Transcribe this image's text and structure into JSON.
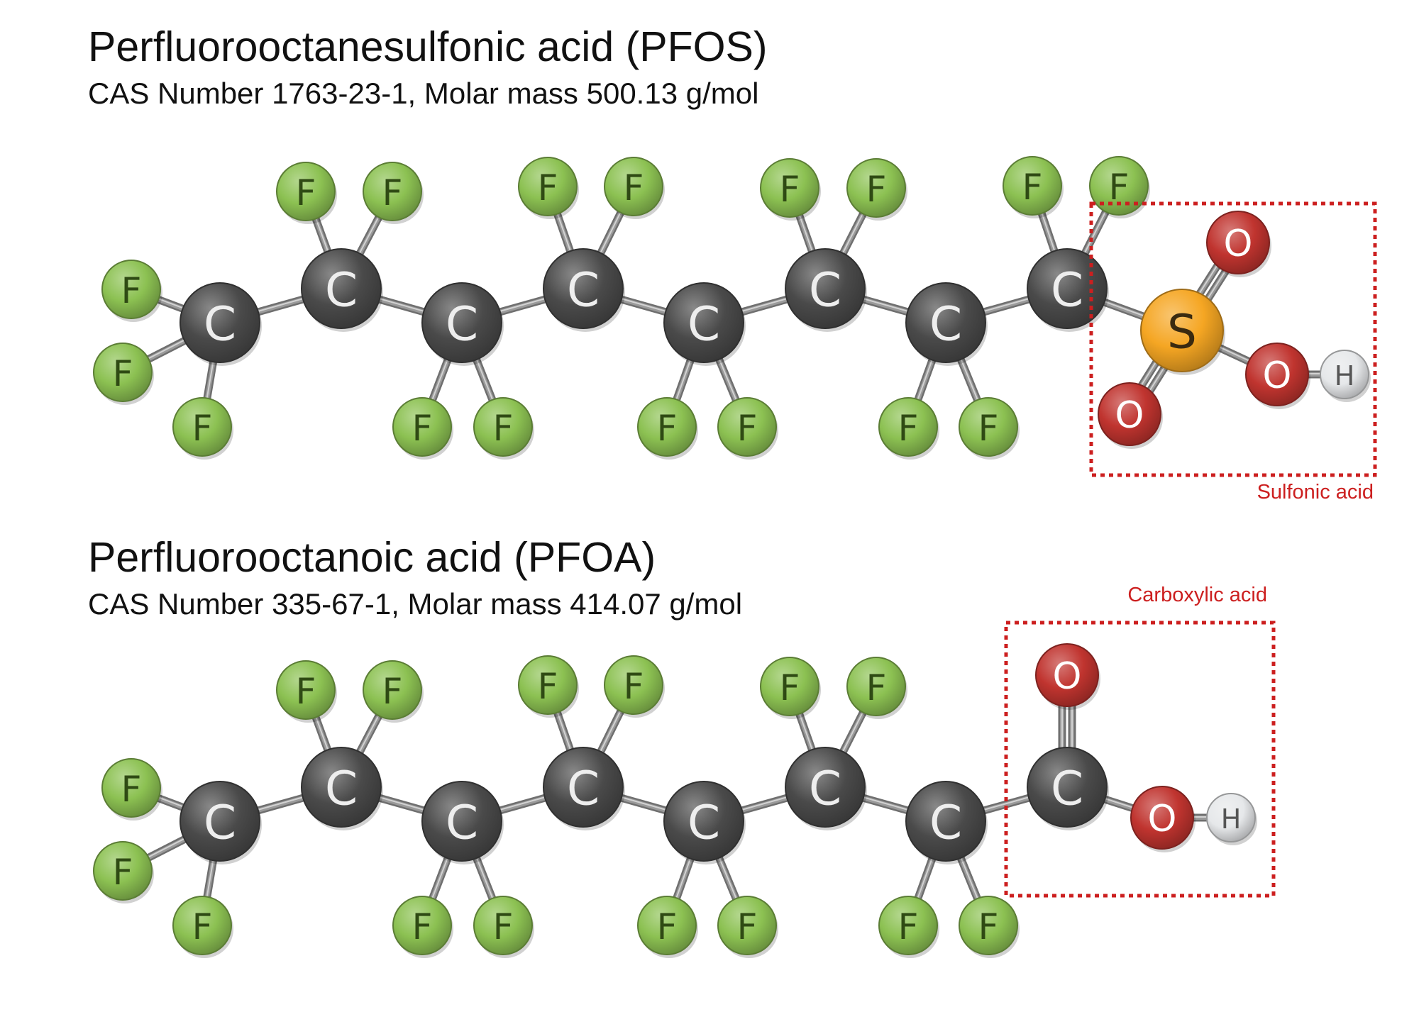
{
  "pfos": {
    "title": "Perfluorooctanesulfonic acid (PFOS)",
    "subtitle": "CAS Number 1763-23-1, Molar mass 500.13 g/mol",
    "group_label": "Sulfonic acid"
  },
  "pfoa": {
    "title": "Perfluorooctanoic acid (PFOA)",
    "subtitle": "CAS Number 335-67-1, Molar mass 414.07 g/mol",
    "group_label": "Carboxylic acid"
  },
  "elements": {
    "C": {
      "symbol": "C",
      "fill": "#4a4a4a",
      "text": "#eeeeee"
    },
    "F": {
      "symbol": "F",
      "fill": "#8cc152",
      "text": "#2f4a14"
    },
    "O": {
      "symbol": "O",
      "fill": "#c0342f",
      "text": "#ffffff"
    },
    "S": {
      "symbol": "S",
      "fill": "#f5a623",
      "text": "#3a2a10"
    },
    "H": {
      "symbol": "H",
      "fill": "#e6e8ea",
      "text": "#555555"
    }
  },
  "colors": {
    "bond": "#9a9a9a",
    "highlight_box": "#cc1f1f",
    "highlight_text": "#cc1f1f"
  }
}
